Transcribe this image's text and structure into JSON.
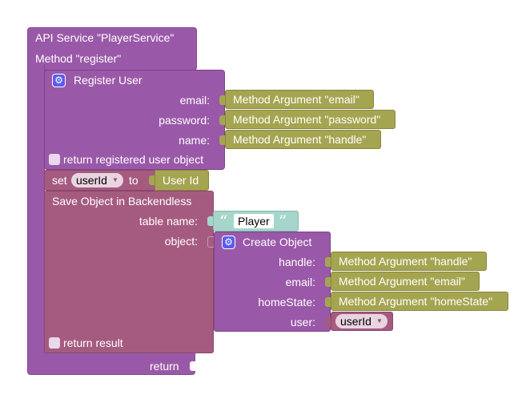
{
  "api_block": {
    "service_label": "API Service \"PlayerService\"",
    "method_label": "Method \"register\"",
    "return_label": "return"
  },
  "register_block": {
    "title": "Register User",
    "icon": "gear-icon",
    "inputs": [
      {
        "label": "email:",
        "value": "Method Argument \"email\""
      },
      {
        "label": "password:",
        "value": "Method Argument \"password\""
      },
      {
        "label": "name:",
        "value": "Method Argument \"handle\""
      }
    ],
    "return_option": "return registered user object"
  },
  "set_block": {
    "set_label": "set",
    "variable": "userId",
    "to_label": "to",
    "value": "User Id"
  },
  "save_block": {
    "title": "Save Object in Backendless",
    "table_label": "table name:",
    "table_value": "Player",
    "object_label": "object:",
    "return_option": "return result"
  },
  "create_block": {
    "title": "Create Object",
    "icon": "gear-icon",
    "fields": [
      {
        "label": "handle:",
        "value": "Method Argument \"handle\""
      },
      {
        "label": "email:",
        "value": "Method Argument \"email\""
      },
      {
        "label": "homeState:",
        "value": "Method Argument \"homeState\""
      }
    ],
    "user_label": "user:",
    "user_variable": "userId"
  },
  "colors": {
    "api": "#9a59a8",
    "data": "#a55b80",
    "argument": "#a5a551",
    "string": "#a6d6cb",
    "gear": "#5b5bf0"
  }
}
